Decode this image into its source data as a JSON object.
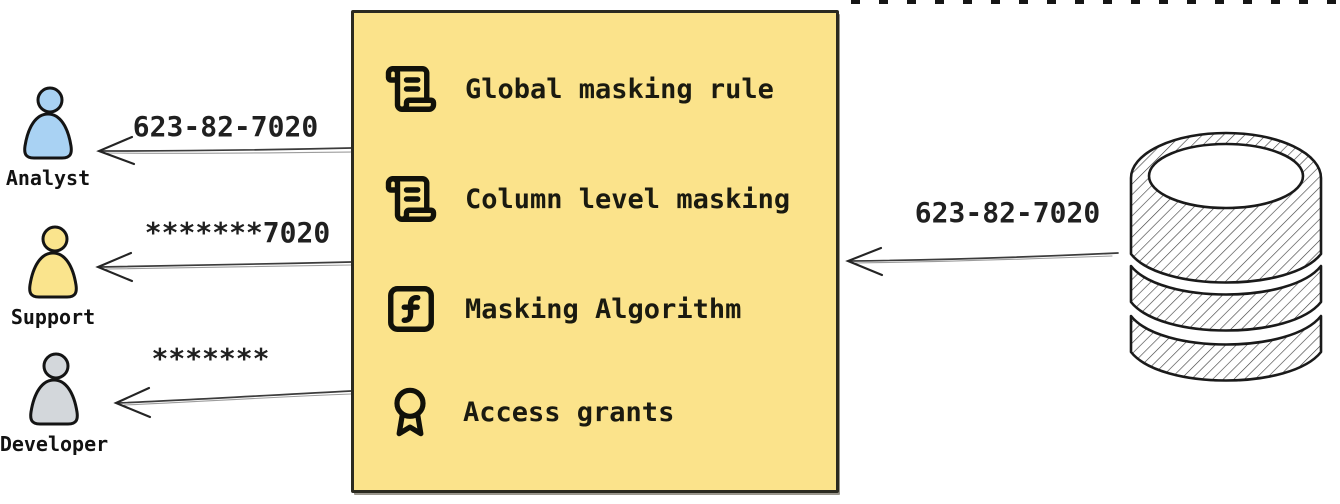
{
  "personas": [
    {
      "name": "Analyst",
      "received_value": "623-82-7020",
      "icon": "person-icon",
      "color": "#a9d2f3"
    },
    {
      "name": "Support",
      "received_value": "*******7020",
      "icon": "person-icon",
      "color": "#fae48d"
    },
    {
      "name": "Developer",
      "received_value": "*******",
      "icon": "person-icon",
      "color": "#d3d7db"
    }
  ],
  "masking_box": {
    "background": "#fbe38b",
    "border_color": "#2b2a20",
    "items": [
      {
        "icon": "scroll-text-icon",
        "label": "Global masking rule"
      },
      {
        "icon": "scroll-text-icon",
        "label": "Column level masking"
      },
      {
        "icon": "function-square-icon",
        "label": "Masking Algorithm"
      },
      {
        "icon": "award-icon",
        "label": "Access grants"
      }
    ]
  },
  "source": {
    "icon": "database-icon",
    "outgoing_value": "623-82-7020"
  }
}
